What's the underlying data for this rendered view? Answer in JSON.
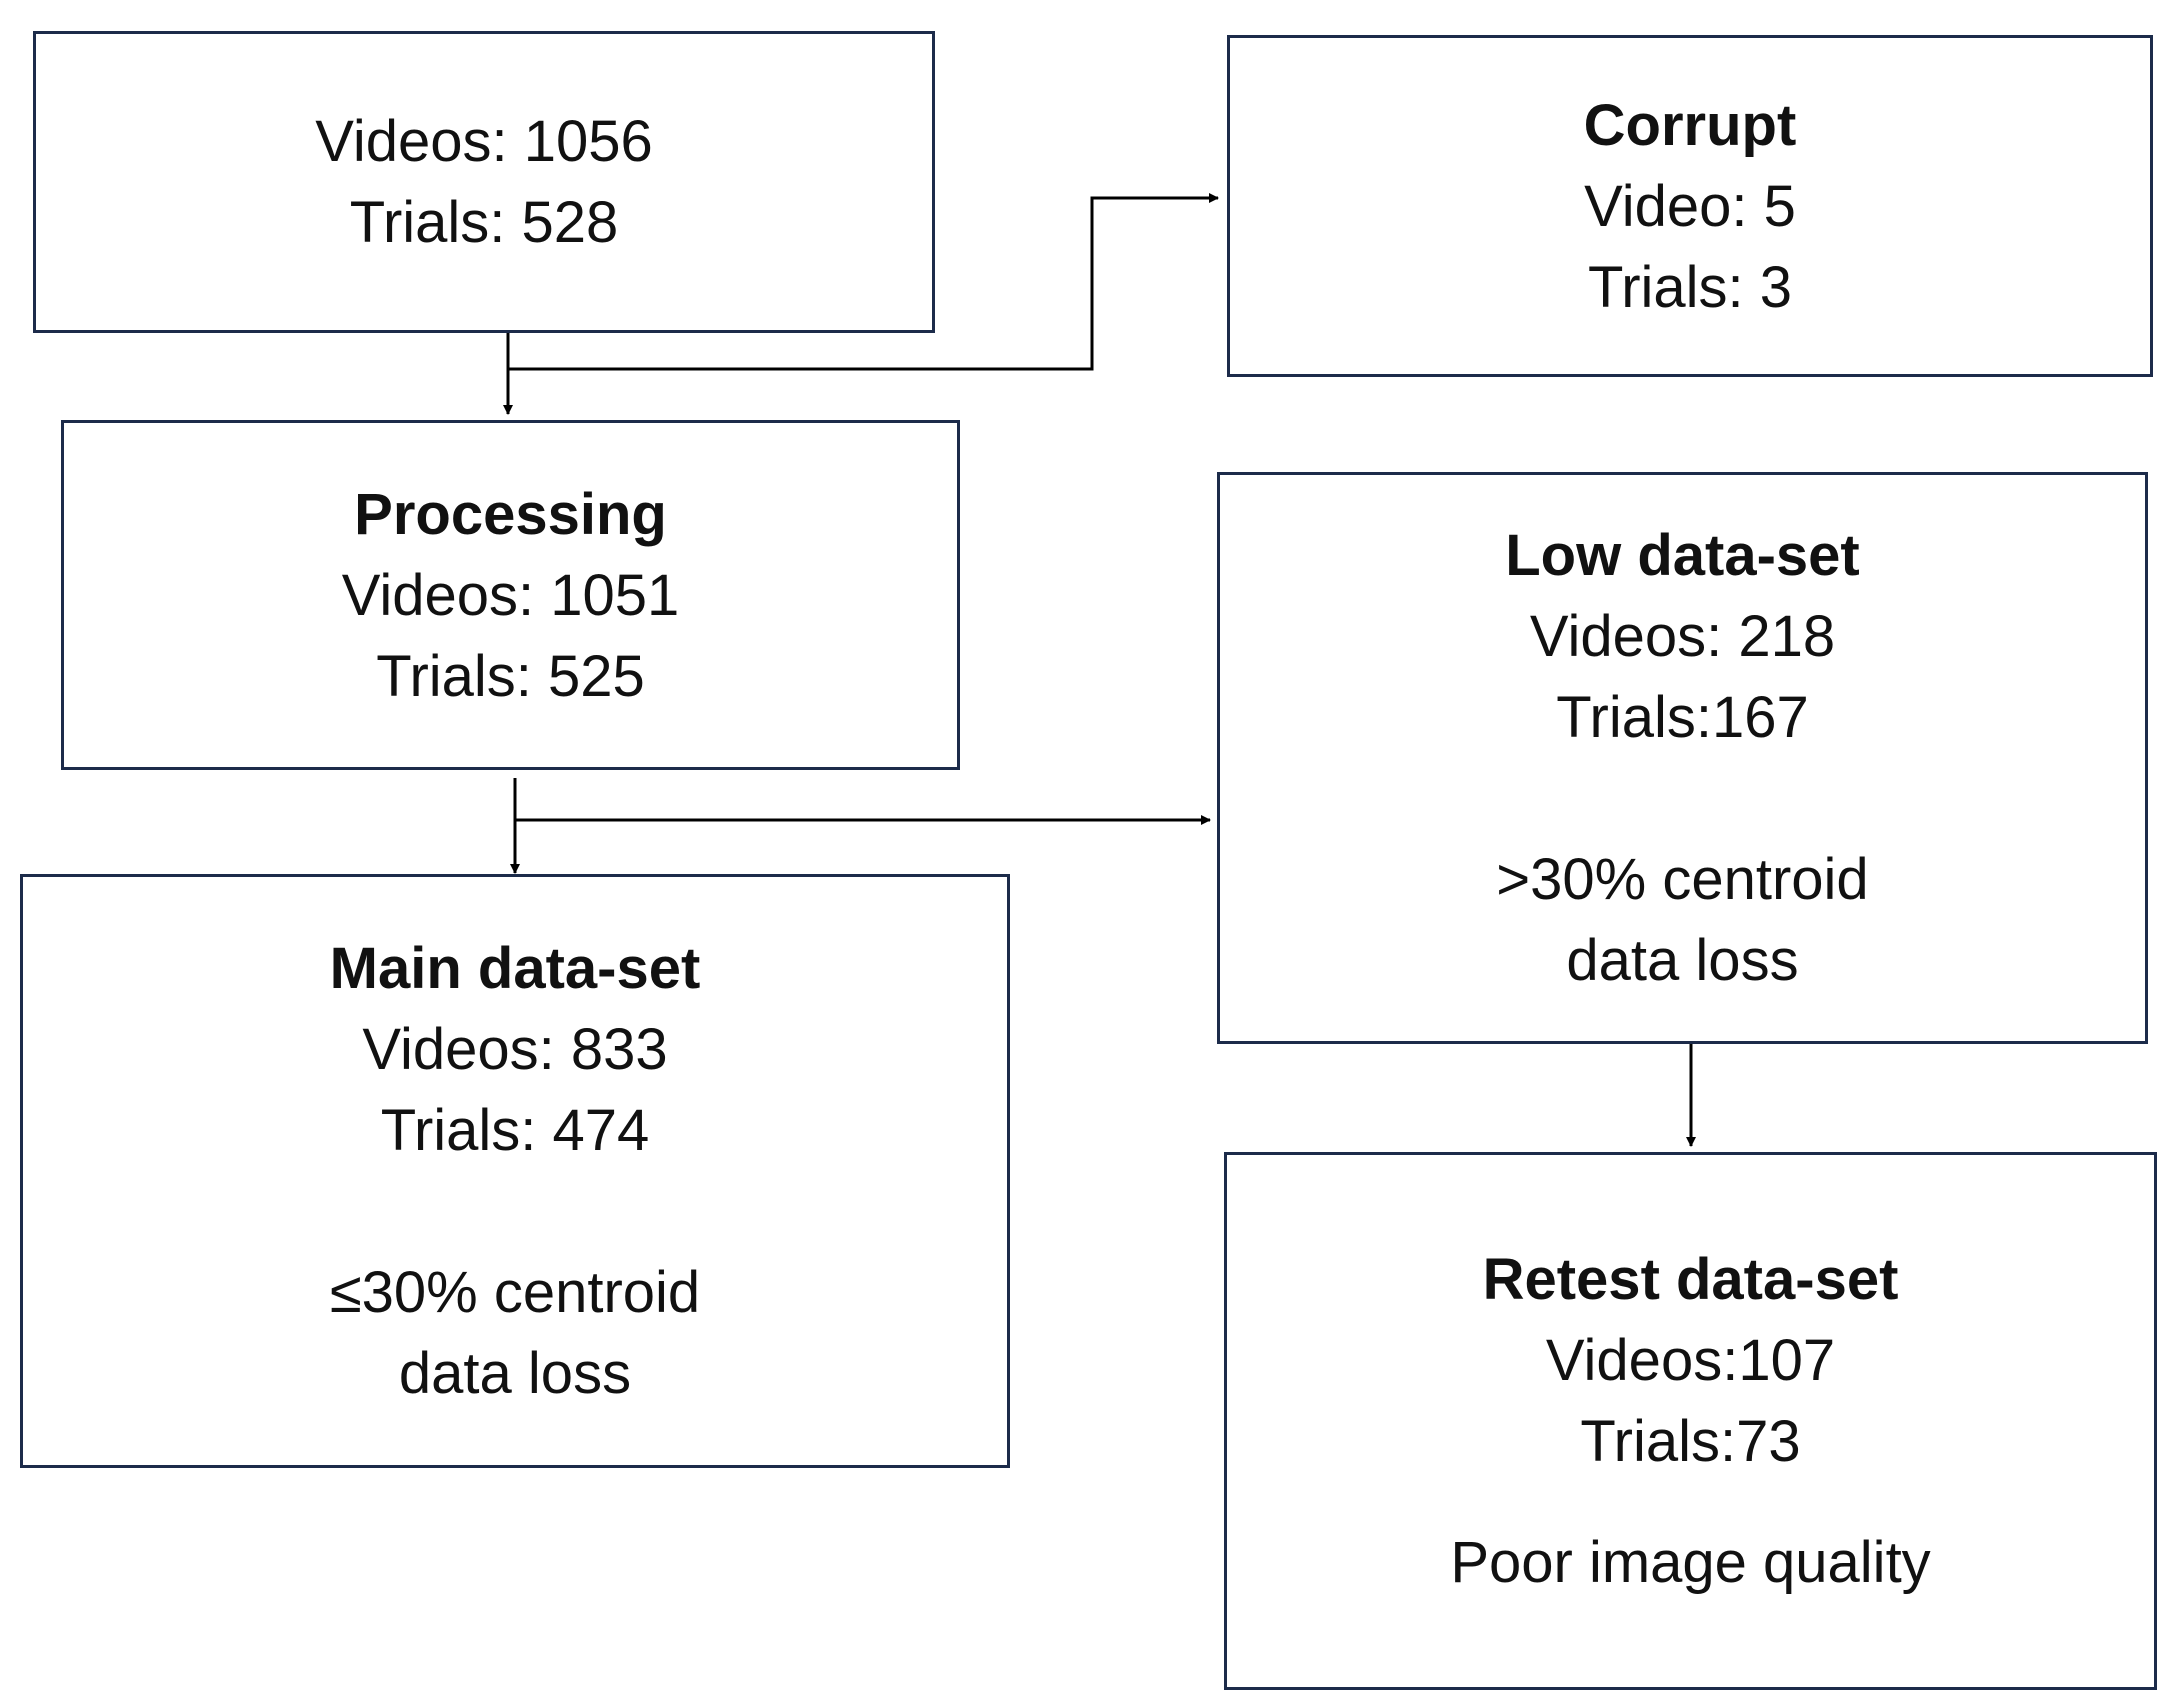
{
  "boxes": {
    "source": {
      "videos": "Videos: 1056",
      "trials": "Trials: 528"
    },
    "corrupt": {
      "title": "Corrupt",
      "videos": "Video: 5",
      "trials": "Trials: 3"
    },
    "processing": {
      "title": "Processing",
      "videos": "Videos: 1051",
      "trials": "Trials: 525"
    },
    "low": {
      "title": "Low data-set",
      "videos": "Videos: 218",
      "trials": "Trials:167",
      "note_line1": ">30%  centroid",
      "note_line2": "data loss"
    },
    "main": {
      "title": "Main data-set",
      "videos": "Videos: 833",
      "trials": "Trials: 474",
      "note_line1": "≤30% centroid",
      "note_line2": "data loss"
    },
    "retest": {
      "title": "Retest data-set",
      "videos": "Videos:107",
      "trials": "Trials:73",
      "note": "Poor image quality"
    }
  },
  "colors": {
    "box_border": "#1c2b4a",
    "connector": "#000000",
    "text": "#111111"
  }
}
